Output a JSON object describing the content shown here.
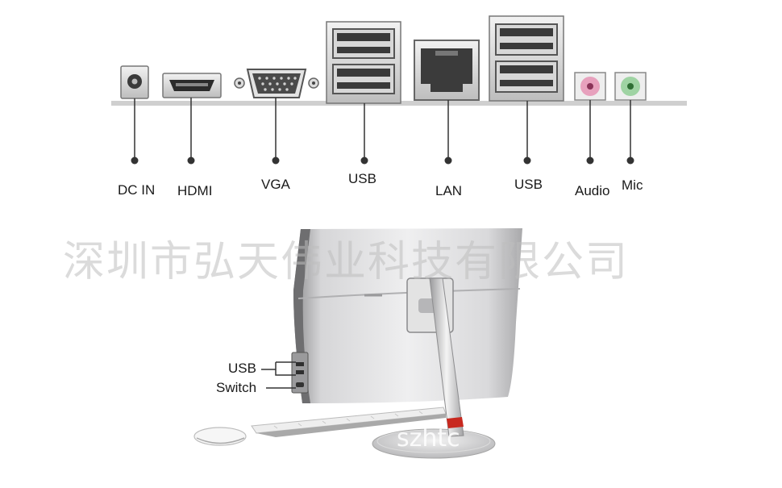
{
  "ports": {
    "dc_in": "DC IN",
    "hdmi": "HDMI",
    "vga": "VGA",
    "usb_left": "USB",
    "lan": "LAN",
    "usb_right": "USB",
    "audio": "Audio",
    "mic": "Mic"
  },
  "side": {
    "usb": "USB",
    "switch": "Switch"
  },
  "watermark": "深圳市弘天伟业科技有限公司",
  "stand_watermark": "szhtc",
  "colors": {
    "audio_jack": "#e7a1bd",
    "mic_jack": "#9fd3a3",
    "stand_ring": "#c8291f",
    "metal": "#c9c9cb"
  }
}
